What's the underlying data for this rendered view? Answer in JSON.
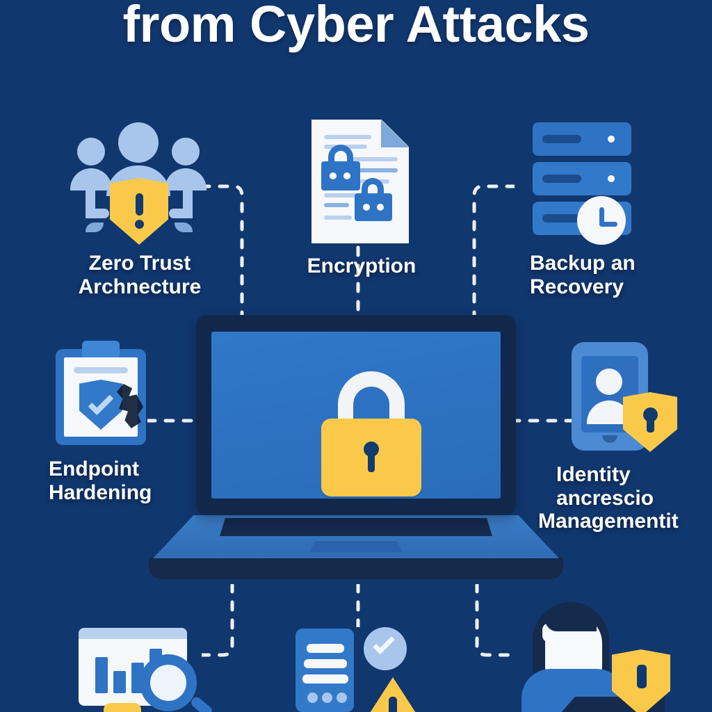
{
  "background": {
    "color": "#11376f",
    "accent_amber": "#fbc94a",
    "accent_blue": "#2f74c4",
    "accent_light_blue": "#a8c6ec"
  },
  "header": {
    "title": "from Cyber Attacks"
  },
  "center": {
    "name": "laptop-with-padlock",
    "screen_icon": "padlock-icon",
    "screen_color": "#2f74c4",
    "lock_color": "#fbc94a"
  },
  "nodes": [
    {
      "id": "zero-trust",
      "icon": "users-shield-alert-icon",
      "caption_lines": [
        "Zero Trust",
        "Archnecture"
      ],
      "align": "center"
    },
    {
      "id": "encryption",
      "icon": "document-padlocks-icon",
      "caption_lines": [
        "Encryption"
      ],
      "align": "center"
    },
    {
      "id": "backup-recovery",
      "icon": "server-stack-clock-icon",
      "caption_lines": [
        "Backup an",
        "Recovery"
      ],
      "align": "left"
    },
    {
      "id": "endpoint-hardening",
      "icon": "clipboard-shield-check-icon",
      "caption_lines": [
        "Endpoint",
        "Hardening"
      ],
      "align": "left"
    },
    {
      "id": "identity-management",
      "icon": "phone-user-shield-lock-icon",
      "caption_lines": [
        "Identity",
        "ancrescio",
        "Managementit"
      ],
      "align": "left"
    }
  ],
  "bottom_icons": [
    {
      "id": "analytics-monitoring",
      "icon": "dashboard-chart-magnifier-icon"
    },
    {
      "id": "policy-checklist",
      "icon": "document-check-warning-icon"
    },
    {
      "id": "security-analyst",
      "icon": "person-laptop-shield-icon"
    }
  ],
  "connectors": {
    "style": "dashed",
    "color": "#ffffff",
    "count": 8
  }
}
